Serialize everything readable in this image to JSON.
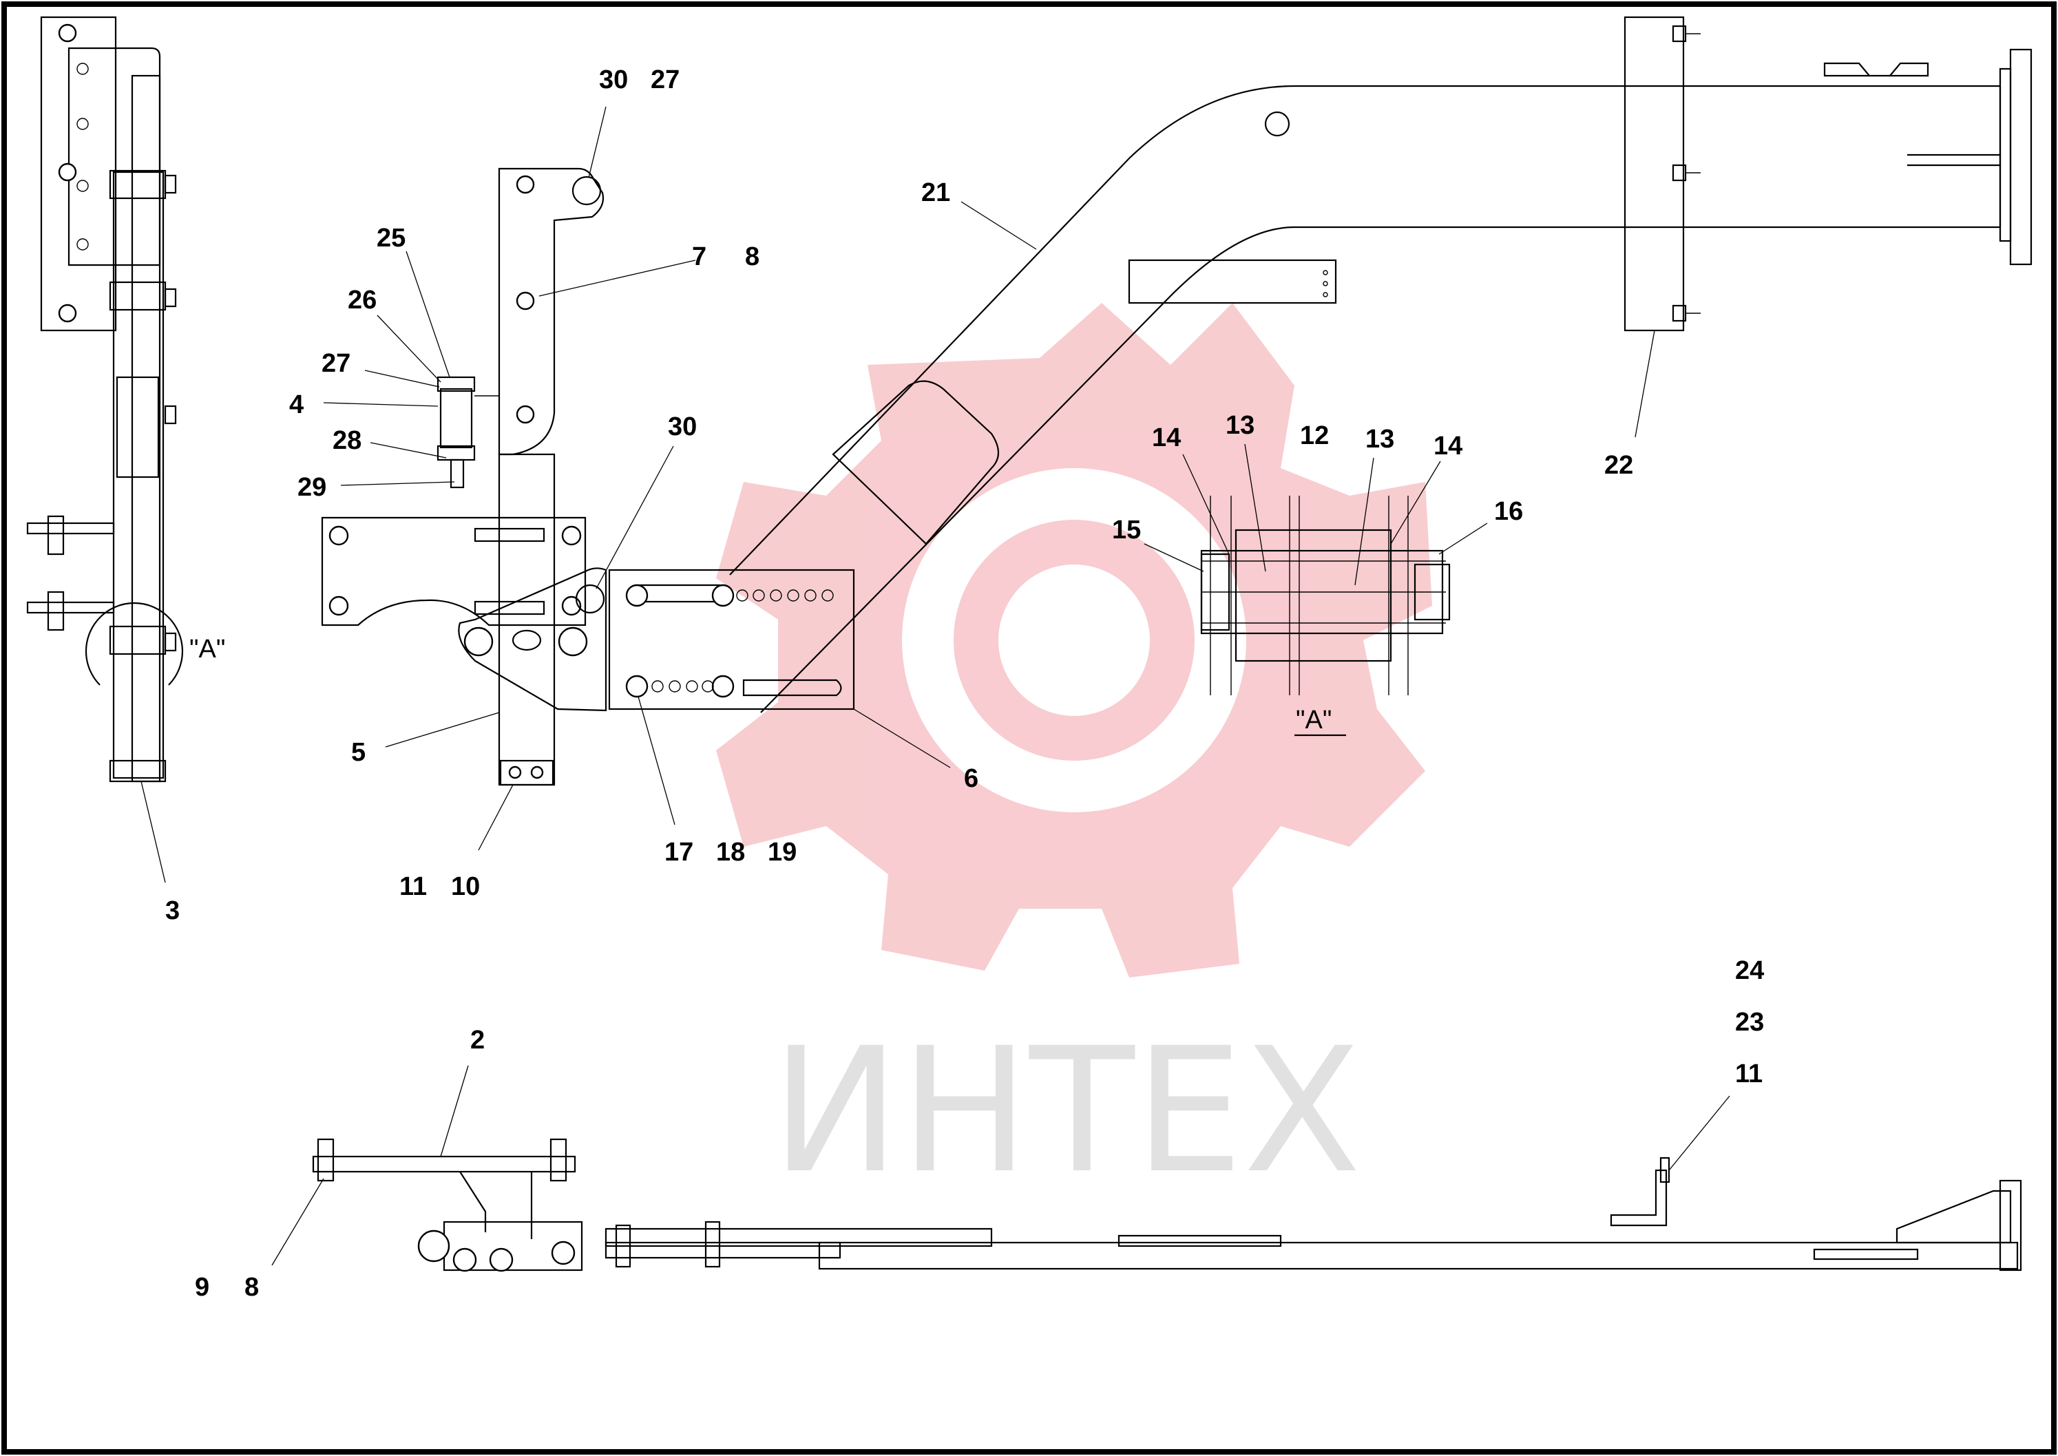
{
  "watermark": {
    "text": "ИНТЕХ",
    "color": "#f7c4c8",
    "text_color": "#dcdcdc"
  },
  "view_labels": {
    "section_a_circle": "\"A\"",
    "section_a_detail": "\"A\""
  },
  "callouts": [
    {
      "id": "c30a",
      "text": "30"
    },
    {
      "id": "c27a",
      "text": "27"
    },
    {
      "id": "c7",
      "text": "7"
    },
    {
      "id": "c8a",
      "text": "8"
    },
    {
      "id": "c25",
      "text": "25"
    },
    {
      "id": "c26",
      "text": "26"
    },
    {
      "id": "c27b",
      "text": "27"
    },
    {
      "id": "c4",
      "text": "4"
    },
    {
      "id": "c28",
      "text": "28"
    },
    {
      "id": "c29",
      "text": "29"
    },
    {
      "id": "c30b",
      "text": "30"
    },
    {
      "id": "c21",
      "text": "21"
    },
    {
      "id": "c22",
      "text": "22"
    },
    {
      "id": "c5",
      "text": "5"
    },
    {
      "id": "c6",
      "text": "6"
    },
    {
      "id": "c17",
      "text": "17"
    },
    {
      "id": "c18",
      "text": "18"
    },
    {
      "id": "c19",
      "text": "19"
    },
    {
      "id": "c11a",
      "text": "11"
    },
    {
      "id": "c10",
      "text": "10"
    },
    {
      "id": "c3",
      "text": "3"
    },
    {
      "id": "c14a",
      "text": "14"
    },
    {
      "id": "c13a",
      "text": "13"
    },
    {
      "id": "c12",
      "text": "12"
    },
    {
      "id": "c13b",
      "text": "13"
    },
    {
      "id": "c14b",
      "text": "14"
    },
    {
      "id": "c15",
      "text": "15"
    },
    {
      "id": "c16",
      "text": "16"
    },
    {
      "id": "c2",
      "text": "2"
    },
    {
      "id": "c9",
      "text": "9"
    },
    {
      "id": "c8b",
      "text": "8"
    },
    {
      "id": "c24",
      "text": "24"
    },
    {
      "id": "c23",
      "text": "23"
    },
    {
      "id": "c11b",
      "text": "11"
    }
  ]
}
